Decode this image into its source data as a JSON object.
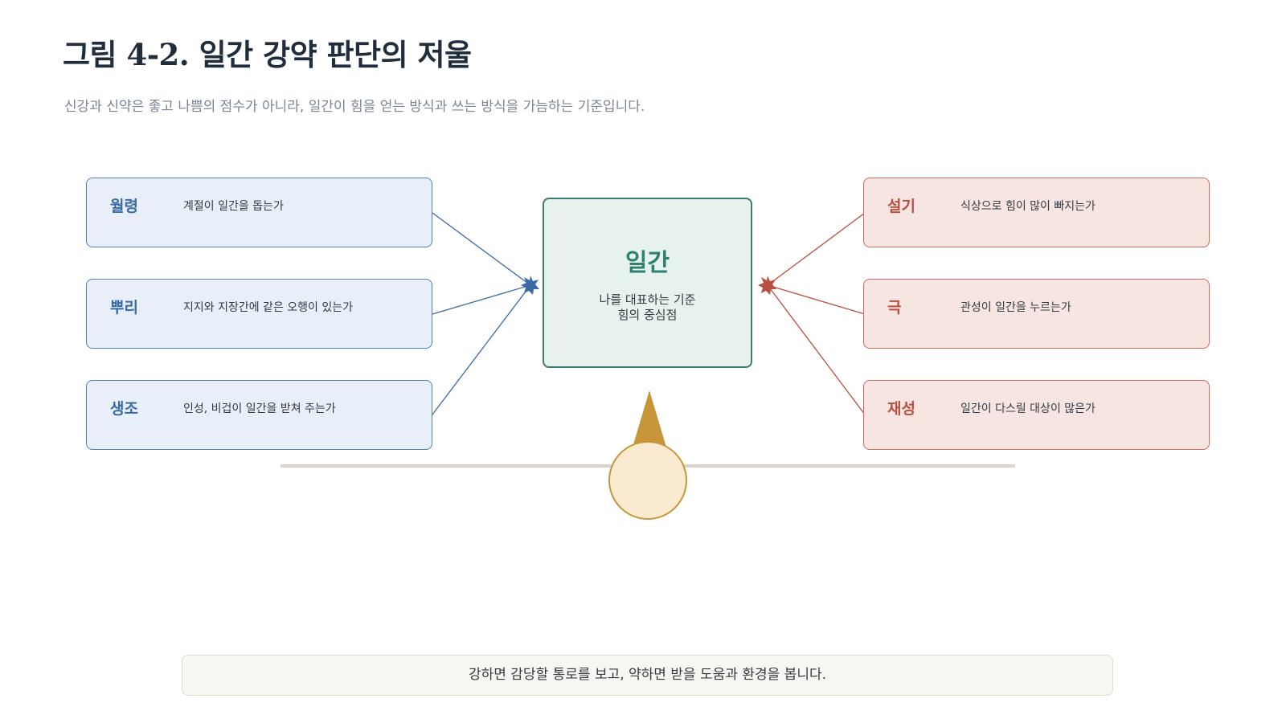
{
  "figure": {
    "title": "그림 4-2. 일간 강약 판단의 저울",
    "subtitle": "신강과 신약은 좋고 나쁨의 점수가 아니라, 일간이 힘을 얻는 방식과 쓰는 방식을 가늠하는 기준입니다."
  },
  "center": {
    "title": "일간",
    "line1": "나를 대표하는 기준",
    "line2": "힘의 중심점"
  },
  "left_factors": [
    {
      "label": "월령",
      "desc": "계절이 일간을 돕는가"
    },
    {
      "label": "뿌리",
      "desc": "지지와 지장간에 같은 오행이 있는가"
    },
    {
      "label": "생조",
      "desc": "인성, 비겁이 일간을 받쳐 주는가"
    }
  ],
  "right_factors": [
    {
      "label": "설기",
      "desc": "식상으로 힘이 많이 빠지는가"
    },
    {
      "label": "극",
      "desc": "관성이 일간을 누르는가"
    },
    {
      "label": "재성",
      "desc": "일간이 다스릴 대상이 많은가"
    }
  ],
  "footer": {
    "note": "강하면 감당할 통로를 보고, 약하면 받을 도움과 환경을 봅니다."
  },
  "colors": {
    "support": "#3a6aa6",
    "drain": "#b84f40",
    "center": "#2f8070",
    "fulcrum": "#c8963a"
  },
  "icons": {
    "left_junction": "star-burst-icon",
    "right_junction": "star-burst-icon",
    "fulcrum": "balance-fulcrum-icon"
  }
}
